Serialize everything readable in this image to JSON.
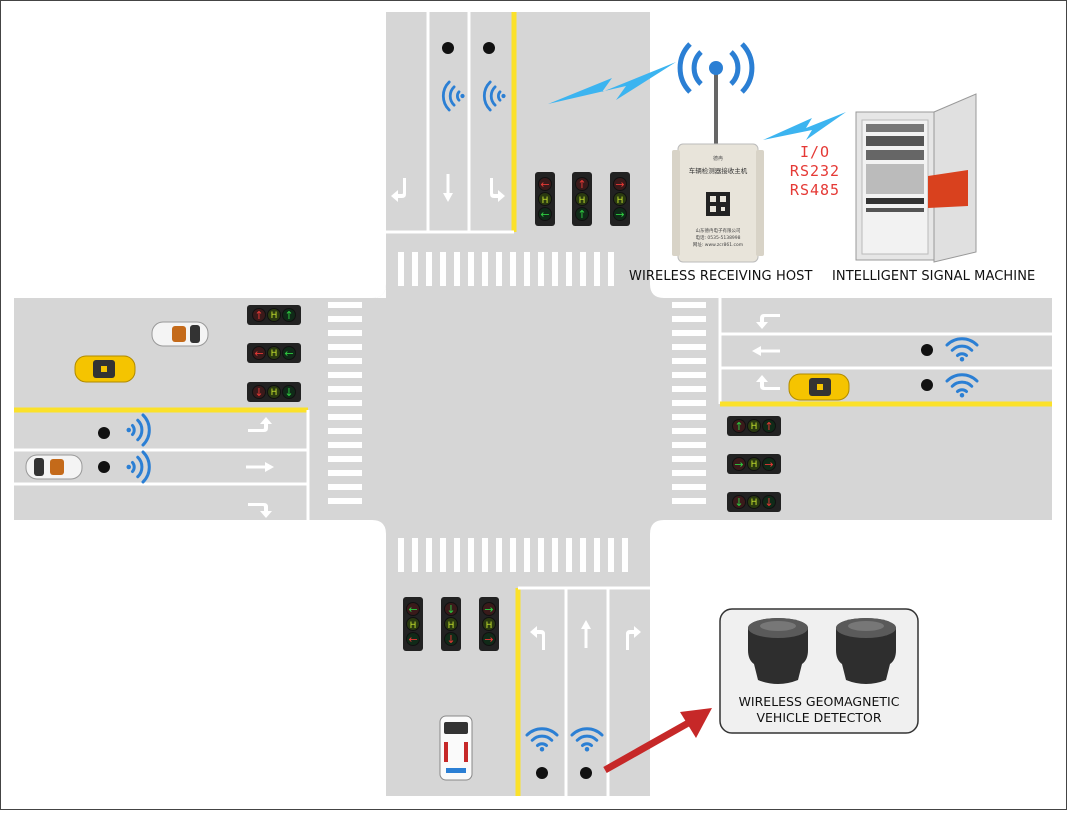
{
  "labels": {
    "receiving_host": "WIRELESS RECEIVING HOST",
    "signal_machine": "INTELLIGENT SIGNAL MACHINE",
    "protocols": [
      "I/O",
      "RS232",
      "RS485"
    ],
    "detector_line1": "WIRELESS GEOMAGNETIC",
    "detector_line2": "VEHICLE DETECTOR"
  },
  "host_box": {
    "title": "车辆检测器接收主机",
    "brand": "德冉",
    "footer": [
      "山东德冉电子有限公司",
      "电话: 0535-5138998",
      "网址: www.zcr861.com"
    ]
  },
  "colors": {
    "road": "#d6d6d6",
    "lane_line": "#ffffff",
    "yellow_line": "#fbe12a",
    "signal_red": "#e53935",
    "signal_green": "#2ecc40",
    "signal_yellow": "#c6e22e",
    "wave_blue": "#2b7fd4",
    "arrow_red": "#c62828"
  },
  "icons": [
    "wifi-icon",
    "lightning-icon",
    "antenna-icon",
    "arrow-icon",
    "car-icon",
    "ambulance-icon",
    "detector-icon"
  ]
}
